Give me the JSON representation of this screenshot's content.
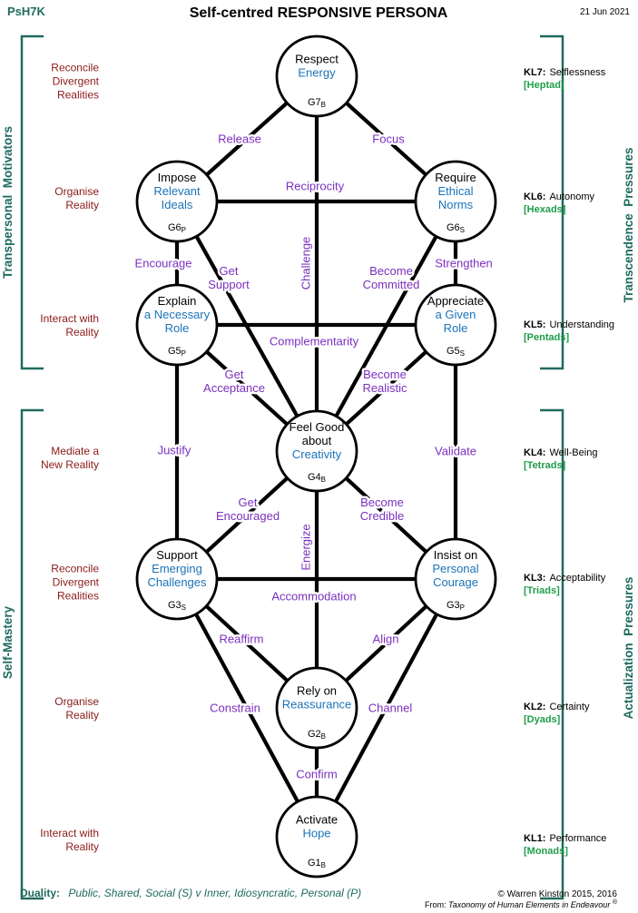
{
  "header": {
    "code": "PsH7K",
    "title": "Self-centred RESPONSIVE  PERSONA",
    "date": "21 Jun 2021"
  },
  "colors": {
    "teal": "#1f6b5e",
    "maroon": "#8b1a1a",
    "purple": "#7b2fbe",
    "blue": "#1a73b8",
    "green": "#1f9e4a",
    "black": "#000000"
  },
  "side_brackets": {
    "left_top": "Transpersonal  Motivators",
    "left_bottom": "Self-Mastery",
    "right_top": "Transcendence  Pressures",
    "right_bottom": "Actualization  Pressures"
  },
  "left_labels": [
    [
      "Reconcile",
      "Divergent",
      "Realities"
    ],
    [
      "Organise",
      "Reality"
    ],
    [
      "Interact with",
      "Reality"
    ],
    [
      "Mediate a",
      "New Reality"
    ],
    [
      "Reconcile",
      "Divergent",
      "Realities"
    ],
    [
      "Organise",
      "Reality"
    ],
    [
      "Interact with",
      "Reality"
    ]
  ],
  "levels": [
    {
      "kl": "KL7",
      "name": "Selflessness",
      "group": "[Heptad]"
    },
    {
      "kl": "KL6",
      "name": "Autonomy",
      "group": "[Hexads]"
    },
    {
      "kl": "KL5",
      "name": "Understanding",
      "group": "[Pentads]"
    },
    {
      "kl": "KL4",
      "name": "Well-Being",
      "group": "[Tetrads]"
    },
    {
      "kl": "KL3",
      "name": "Acceptability",
      "group": "[Triads]"
    },
    {
      "kl": "KL2",
      "name": "Certainty",
      "group": "[Dyads]"
    },
    {
      "kl": "KL1",
      "name": "Performance",
      "group": "[Monads]"
    }
  ],
  "nodes": [
    {
      "id": "G7",
      "top": [
        "Respect"
      ],
      "blue": [
        "Energy"
      ],
      "code": "G7",
      "sub": "B"
    },
    {
      "id": "G6P",
      "top": [
        "Impose"
      ],
      "blue": [
        "Relevant",
        "Ideals"
      ],
      "code": "G6",
      "sub": "P"
    },
    {
      "id": "G6S",
      "top": [
        "Require"
      ],
      "blue": [
        "Ethical",
        "Norms"
      ],
      "code": "G6",
      "sub": "S"
    },
    {
      "id": "G5P",
      "top": [
        "Explain"
      ],
      "blue": [
        "a Necessary",
        "Role"
      ],
      "code": "G5",
      "sub": "P"
    },
    {
      "id": "G5S",
      "top": [
        "Appreciate"
      ],
      "blue": [
        "a Given",
        "Role"
      ],
      "code": "G5",
      "sub": "S"
    },
    {
      "id": "G4",
      "top": [
        "Feel Good",
        "about"
      ],
      "blue": [
        "Creativity"
      ],
      "code": "G4",
      "sub": "B"
    },
    {
      "id": "G3S",
      "top": [
        "Support"
      ],
      "blue": [
        "Emerging",
        "Challenges"
      ],
      "code": "G3",
      "sub": "S"
    },
    {
      "id": "G3P",
      "top": [
        "Insist on"
      ],
      "blue": [
        "Personal",
        "Courage"
      ],
      "code": "G3",
      "sub": "P"
    },
    {
      "id": "G2",
      "top": [
        "Rely on"
      ],
      "blue": [
        "Reassurance"
      ],
      "code": "G2",
      "sub": "B"
    },
    {
      "id": "G1",
      "top": [
        "Activate"
      ],
      "blue": [
        "Hope"
      ],
      "code": "G1",
      "sub": "B"
    }
  ],
  "edge_labels": [
    {
      "id": "release",
      "lines": [
        "Release"
      ]
    },
    {
      "id": "focus",
      "lines": [
        "Focus"
      ]
    },
    {
      "id": "reciprocity",
      "lines": [
        "Reciprocity"
      ]
    },
    {
      "id": "challenge",
      "lines": [
        "Challenge"
      ]
    },
    {
      "id": "encourage",
      "lines": [
        "Encourage"
      ]
    },
    {
      "id": "get-support",
      "lines": [
        "Get",
        "Support"
      ]
    },
    {
      "id": "become-committed",
      "lines": [
        "Become",
        "Committed"
      ]
    },
    {
      "id": "strengthen",
      "lines": [
        "Strengthen"
      ]
    },
    {
      "id": "complementarity",
      "lines": [
        "Complementarity"
      ]
    },
    {
      "id": "get-acceptance",
      "lines": [
        "Get",
        "Acceptance"
      ]
    },
    {
      "id": "become-realistic",
      "lines": [
        "Become",
        "Realistic"
      ]
    },
    {
      "id": "justify",
      "lines": [
        "Justify"
      ]
    },
    {
      "id": "validate",
      "lines": [
        "Validate"
      ]
    },
    {
      "id": "get-encouraged",
      "lines": [
        "Get",
        "Encouraged"
      ]
    },
    {
      "id": "become-credible",
      "lines": [
        "Become",
        "Credible"
      ]
    },
    {
      "id": "energize",
      "lines": [
        "Energize"
      ]
    },
    {
      "id": "accommodation",
      "lines": [
        "Accommodation"
      ]
    },
    {
      "id": "reaffirm",
      "lines": [
        "Reaffirm"
      ]
    },
    {
      "id": "align",
      "lines": [
        "Align"
      ]
    },
    {
      "id": "constrain",
      "lines": [
        "Constrain"
      ]
    },
    {
      "id": "channel",
      "lines": [
        "Channel"
      ]
    },
    {
      "id": "confirm",
      "lines": [
        "Confirm"
      ]
    }
  ],
  "footer": {
    "duality_label": "Duality:",
    "duality_text": "Public, Shared, Social (S)  v  Inner, Idiosyncratic, Personal (P)",
    "copyright": "© Warren Kinston 2015, 2016",
    "source_prefix": "From: ",
    "source_title": "Taxonomy of Human Elements in Endeavour",
    "source_mark": "®"
  }
}
